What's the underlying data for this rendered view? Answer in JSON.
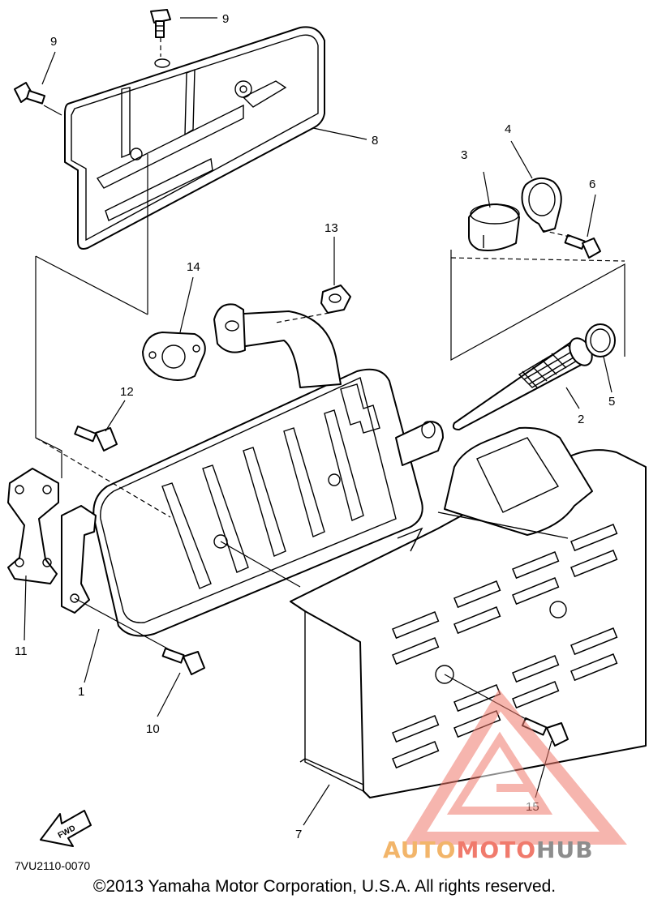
{
  "diagram": {
    "code": "7VU2110-0070",
    "copyright": "©2013 Yamaha Motor Corporation, U.S.A. All rights reserved.",
    "fwd_label": "FWD",
    "callouts": [
      "1",
      "2",
      "3",
      "4",
      "5",
      "6",
      "7",
      "8",
      "9",
      "10",
      "11",
      "12",
      "13",
      "14",
      "15"
    ]
  },
  "watermark": {
    "part1": "AUTO",
    "part2": "MOTO",
    "part3": "HUB",
    "colors": {
      "orange": "#f2b56a",
      "red": "#f07a6c",
      "gray": "#8d8d8d"
    }
  }
}
